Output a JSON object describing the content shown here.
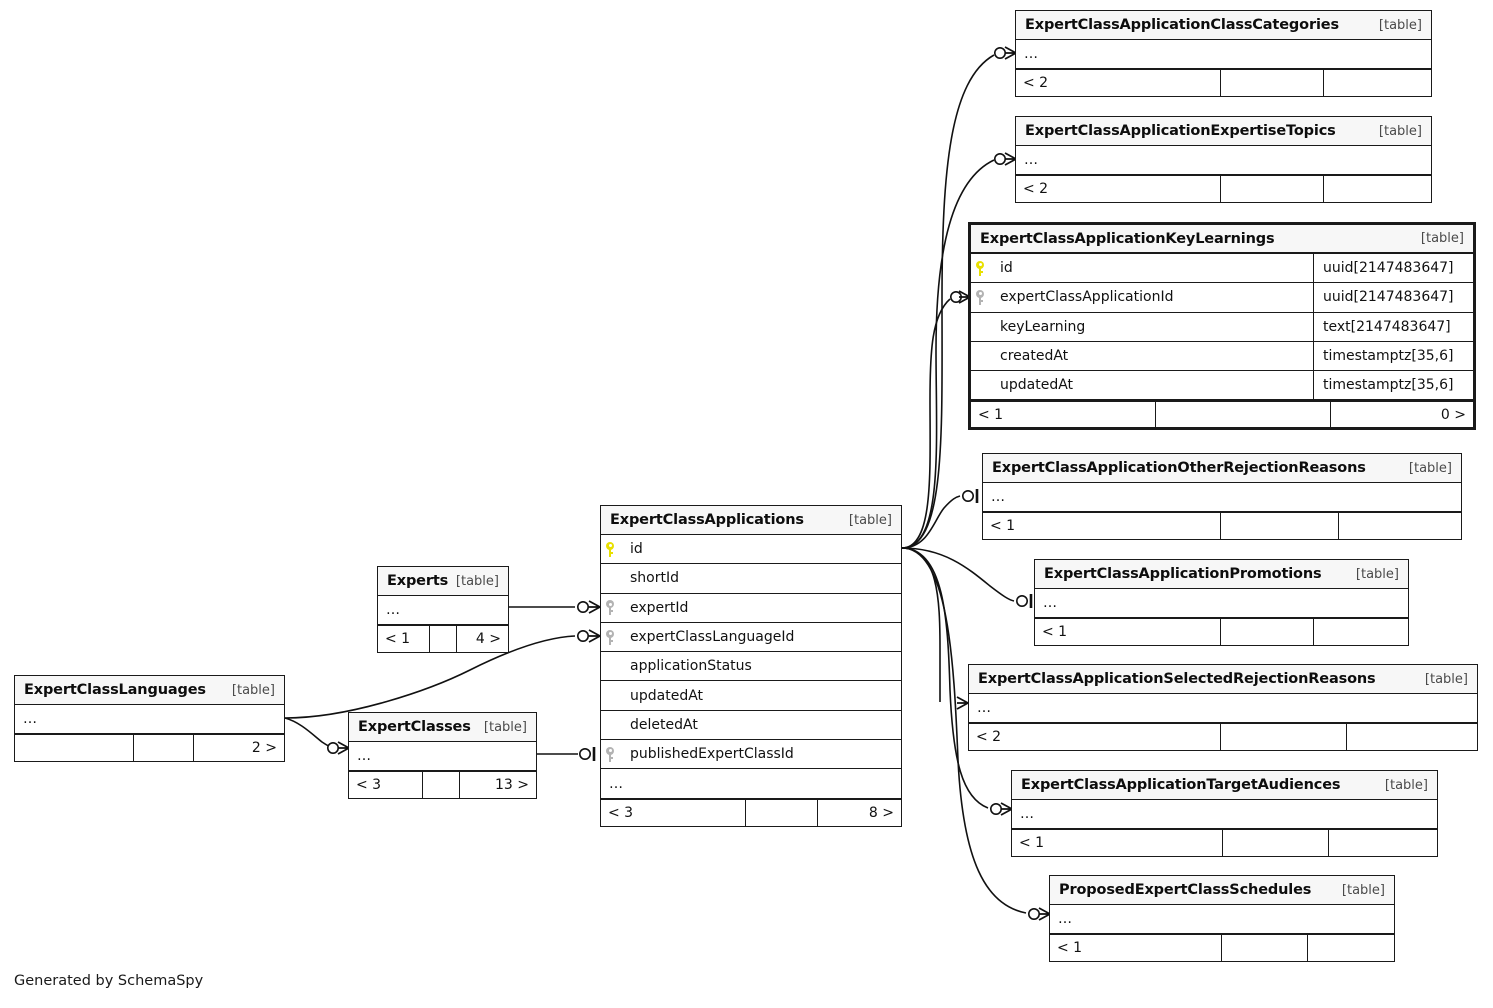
{
  "diagram": {
    "credit": "Generated by SchemaSpy",
    "table_tag": "[table]",
    "ellipsis": "…"
  },
  "tables": [
    {
      "id": "class-categories",
      "name": "ExpertClassApplicationClassCategories",
      "tag": "[table]",
      "collapsed": true,
      "ellipsis": "…",
      "footer": [
        "< 2",
        "",
        ""
      ]
    },
    {
      "id": "expertise-topics",
      "name": "ExpertClassApplicationExpertiseTopics",
      "tag": "[table]",
      "collapsed": true,
      "ellipsis": "…",
      "footer": [
        "< 2",
        "",
        ""
      ]
    },
    {
      "id": "key-learnings",
      "name": "ExpertClassApplicationKeyLearnings",
      "tag": "[table]",
      "collapsed": false,
      "focus": true,
      "columns": [
        {
          "key": "pk",
          "name": "id",
          "type": "uuid[2147483647]"
        },
        {
          "key": "fk",
          "name": "expertClassApplicationId",
          "type": "uuid[2147483647]"
        },
        {
          "key": "",
          "name": "keyLearning",
          "type": "text[2147483647]"
        },
        {
          "key": "",
          "name": "createdAt",
          "type": "timestamptz[35,6]"
        },
        {
          "key": "",
          "name": "updatedAt",
          "type": "timestamptz[35,6]"
        }
      ],
      "footer": [
        "< 1",
        "",
        "0 >"
      ]
    },
    {
      "id": "other-rejection-reasons",
      "name": "ExpertClassApplicationOtherRejectionReasons",
      "tag": "[table]",
      "collapsed": true,
      "ellipsis": "…",
      "footer": [
        "< 1",
        "",
        ""
      ]
    },
    {
      "id": "promotions",
      "name": "ExpertClassApplicationPromotions",
      "tag": "[table]",
      "collapsed": true,
      "ellipsis": "…",
      "footer": [
        "< 1",
        "",
        ""
      ]
    },
    {
      "id": "selected-rejection-reasons",
      "name": "ExpertClassApplicationSelectedRejectionReasons",
      "tag": "[table]",
      "collapsed": true,
      "ellipsis": "…",
      "footer": [
        "< 2",
        "",
        ""
      ]
    },
    {
      "id": "target-audiences",
      "name": "ExpertClassApplicationTargetAudiences",
      "tag": "[table]",
      "collapsed": true,
      "ellipsis": "…",
      "footer": [
        "< 1",
        "",
        ""
      ]
    },
    {
      "id": "proposed-schedules",
      "name": "ProposedExpertClassSchedules",
      "tag": "[table]",
      "collapsed": true,
      "ellipsis": "…",
      "footer": [
        "< 1",
        "",
        ""
      ]
    },
    {
      "id": "expert-class-applications",
      "name": "ExpertClassApplications",
      "tag": "[table]",
      "collapsed": false,
      "columns": [
        {
          "key": "pk",
          "name": "id",
          "type": ""
        },
        {
          "key": "",
          "name": "shortId",
          "type": ""
        },
        {
          "key": "fk",
          "name": "expertId",
          "type": ""
        },
        {
          "key": "fk",
          "name": "expertClassLanguageId",
          "type": ""
        },
        {
          "key": "",
          "name": "applicationStatus",
          "type": ""
        },
        {
          "key": "",
          "name": "updatedAt",
          "type": ""
        },
        {
          "key": "",
          "name": "deletedAt",
          "type": ""
        },
        {
          "key": "fk",
          "name": "publishedExpertClassId",
          "type": ""
        }
      ],
      "ellipsis": "…",
      "footer": [
        "< 3",
        "",
        "8 >"
      ]
    },
    {
      "id": "experts",
      "name": "Experts",
      "tag": "[table]",
      "collapsed": true,
      "ellipsis": "…",
      "footer": [
        "< 1",
        "",
        "4 >"
      ]
    },
    {
      "id": "expert-classes",
      "name": "ExpertClasses",
      "tag": "[table]",
      "collapsed": true,
      "ellipsis": "…",
      "footer": [
        "< 3",
        "",
        "13 >"
      ]
    },
    {
      "id": "expert-class-languages",
      "name": "ExpertClassLanguages",
      "tag": "[table]",
      "collapsed": true,
      "ellipsis": "…",
      "footer": [
        "",
        "",
        "2 >"
      ]
    }
  ],
  "relationships": [
    {
      "from": "expert-class-applications",
      "to": "class-categories",
      "type": "one-to-many"
    },
    {
      "from": "expert-class-applications",
      "to": "expertise-topics",
      "type": "one-to-many"
    },
    {
      "from": "expert-class-applications",
      "to": "key-learnings",
      "type": "one-to-many"
    },
    {
      "from": "expert-class-applications",
      "to": "other-rejection-reasons",
      "type": "one-to-one"
    },
    {
      "from": "expert-class-applications",
      "to": "promotions",
      "type": "one-to-one"
    },
    {
      "from": "expert-class-applications",
      "to": "selected-rejection-reasons",
      "type": "one-to-many"
    },
    {
      "from": "expert-class-applications",
      "to": "target-audiences",
      "type": "one-to-many"
    },
    {
      "from": "expert-class-applications",
      "to": "proposed-schedules",
      "type": "one-to-many"
    },
    {
      "from": "experts",
      "to": "expert-class-applications",
      "type": "one-to-many"
    },
    {
      "from": "expert-class-languages",
      "to": "expert-class-applications",
      "type": "one-to-many"
    },
    {
      "from": "expert-class-languages",
      "to": "expert-classes",
      "type": "one-to-many"
    },
    {
      "from": "expert-classes",
      "to": "expert-class-applications",
      "type": "one-to-one"
    }
  ]
}
